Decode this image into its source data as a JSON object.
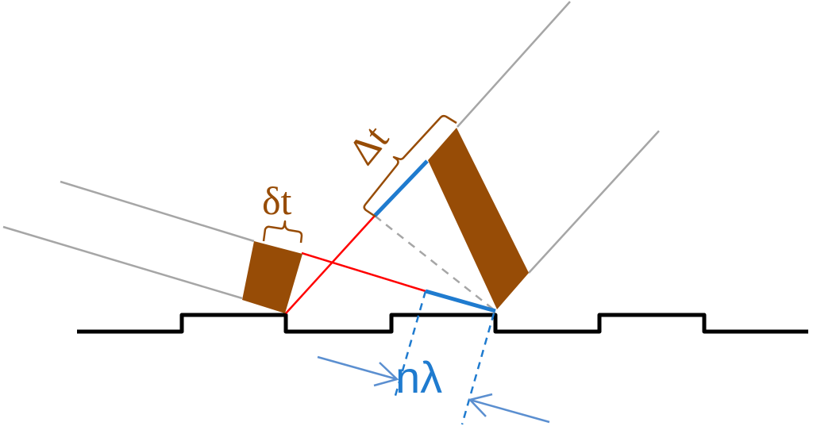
{
  "diagram": {
    "type": "grating-diffraction-path-difference",
    "labels": {
      "small_delta_t": "δt",
      "big_delta_t": "Δt",
      "n_lambda": "nλ"
    },
    "colors": {
      "grating": "#000000",
      "rays": "#a6a6a6",
      "wavefront_fill": "#974c06",
      "path_red": "#ff0000",
      "path_blue": "#1f7bcf",
      "arrows": "#5b8fd0",
      "dashed_gray": "#a6a6a6",
      "label_brown": "#974c06",
      "label_blue": "#1f7bcf"
    },
    "elements": [
      "square-wave grating profile with three raised teeth",
      "two incident gray rays from upper-left",
      "incident brown wavefront block with δt bracket",
      "two diffracted gray rays to upper-right",
      "diffracted brown wavefront block with Δt bracket",
      "red connecting path segments",
      "blue path-difference segments",
      "dashed blue projection lines and arrows marking nλ"
    ]
  }
}
